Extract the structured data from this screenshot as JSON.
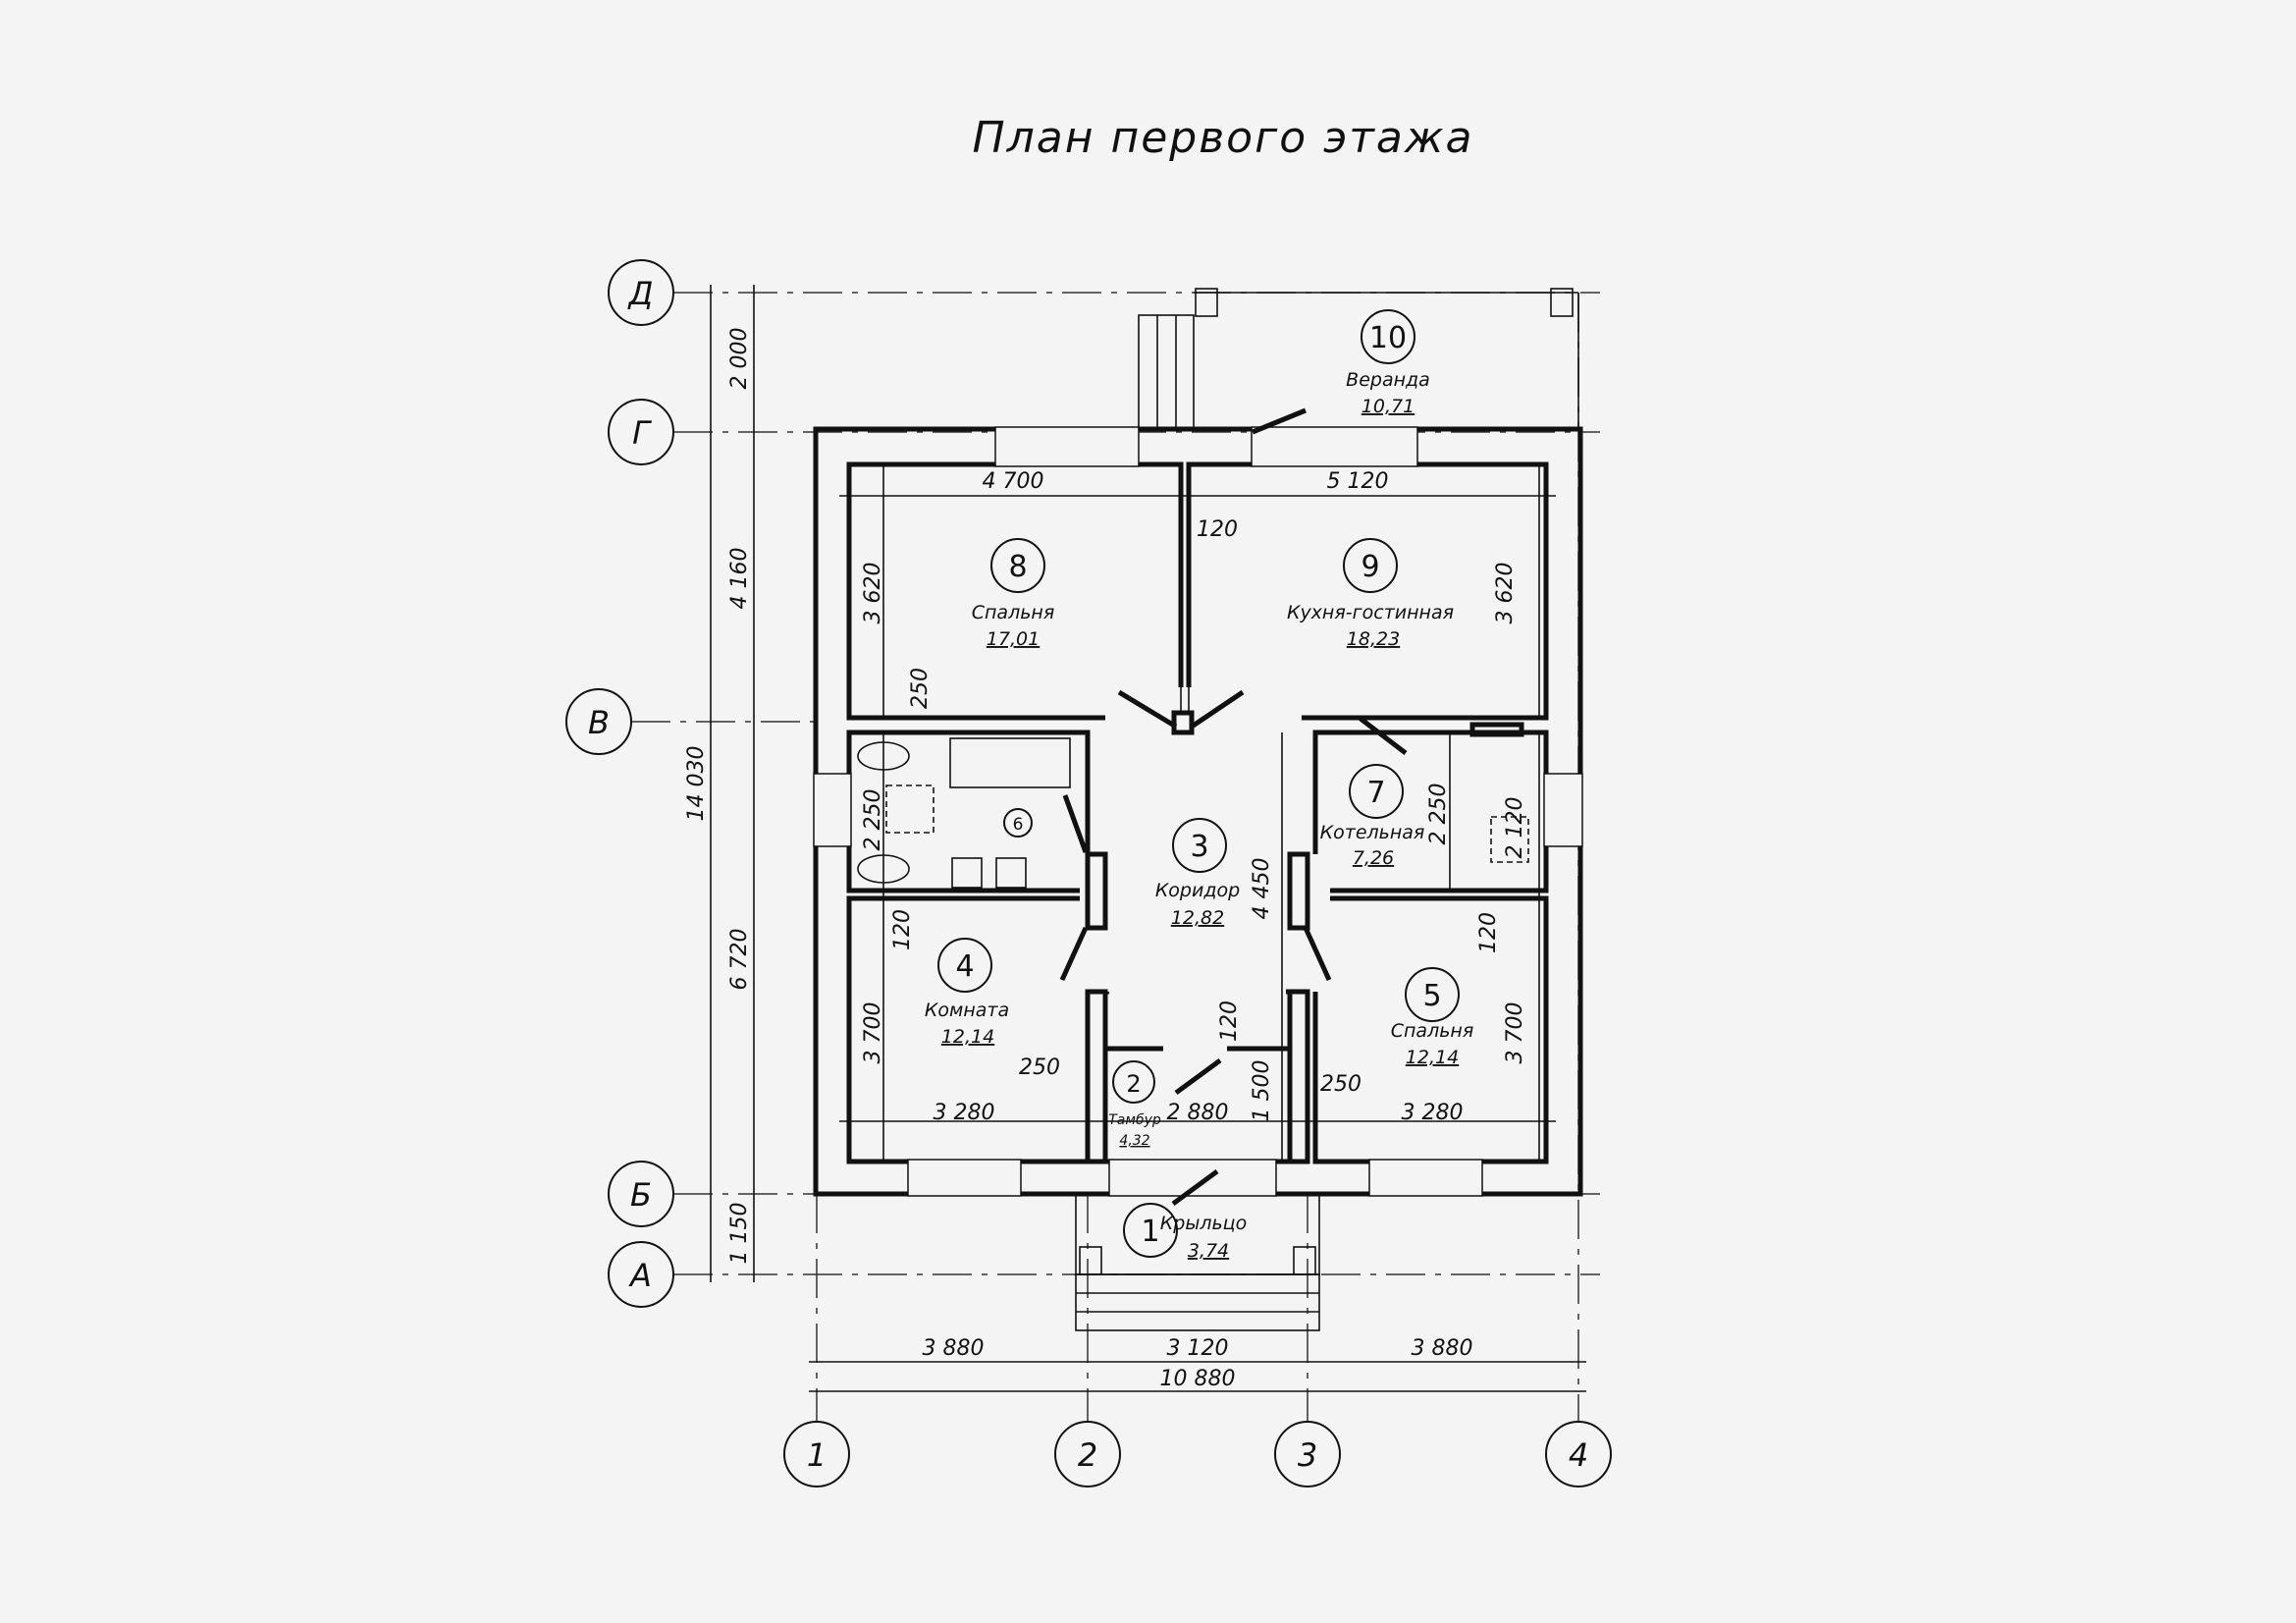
{
  "title": "План первого этажа",
  "axes_rows": [
    "Д",
    "Г",
    "В",
    "Б",
    "А"
  ],
  "axes_cols": [
    "1",
    "2",
    "3",
    "4"
  ],
  "rooms": [
    {
      "num": "1",
      "name": "Крыльцо",
      "area": "3,74"
    },
    {
      "num": "2",
      "name": "Тамбур",
      "area": "4,32"
    },
    {
      "num": "3",
      "name": "Коридор",
      "area": "12,82"
    },
    {
      "num": "4",
      "name": "Комната",
      "area": "12,14"
    },
    {
      "num": "5",
      "name": "Спальня",
      "area": "12,14"
    },
    {
      "num": "6"
    },
    {
      "num": "7",
      "name": "Котельная",
      "area": "7,26"
    },
    {
      "num": "8",
      "name": "Спальня",
      "area": "17,01"
    },
    {
      "num": "9",
      "name": "Кухня-гостинная",
      "area": "18,23"
    },
    {
      "num": "10",
      "name": "Веранда",
      "area": "10,71"
    }
  ],
  "dims_left": {
    "d_g": "2 000",
    "g_v": "4 160",
    "v_b": "6 720",
    "b_a": "1 150",
    "total": "14 030"
  },
  "dims_bottom": {
    "c12": "3 880",
    "c23": "3 120",
    "c34": "3 880",
    "total": "10 880"
  },
  "dims_inner": {
    "room8_w": "4 700",
    "room9_w": "5 120",
    "partition_top": "120",
    "room8_h": "3 620",
    "room9_h": "3 620",
    "wall_250_a": "250",
    "bath_h": "2 250",
    "wall_120_left": "120",
    "room4_h": "3 700",
    "room4_w": "3 280",
    "wall_250_b": "250",
    "tambur_w": "2 880",
    "tambur_h": "1 500",
    "wall_120_tambur": "120",
    "corridor_h": "4 450",
    "wall_250_c": "250",
    "room5_w": "3 280",
    "room5_h": "3 700",
    "wall_120_right": "120",
    "room7_h": "2 250",
    "boiler_h": "2 120"
  }
}
